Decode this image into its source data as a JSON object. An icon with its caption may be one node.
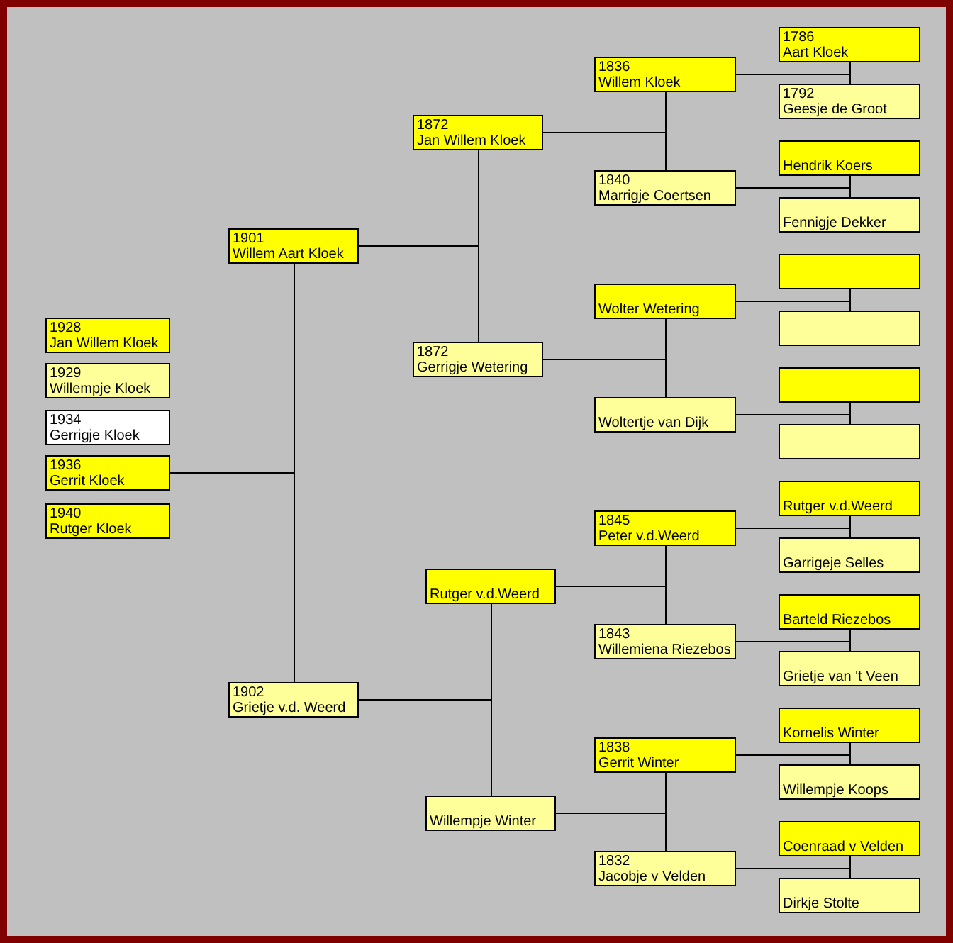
{
  "diagram": {
    "nodes": [
      {
        "text": [
          "1928",
          "Jan Willem Kloek"
        ]
      },
      {
        "text": [
          "1929",
          "Willempje Kloek"
        ]
      },
      {
        "text": [
          "1934",
          "Gerrigje Kloek"
        ]
      },
      {
        "text": [
          "1936",
          "Gerrit Kloek"
        ]
      },
      {
        "text": [
          "1940",
          "Rutger Kloek"
        ]
      },
      {
        "text": [
          "1901",
          "Willem Aart Kloek"
        ]
      },
      {
        "text": [
          "1902",
          "Grietje v.d. Weerd"
        ]
      },
      {
        "text": [
          "1872",
          "Jan Willem Kloek"
        ]
      },
      {
        "text": [
          "1872",
          "Gerrigje Wetering"
        ]
      },
      {
        "text": [
          "Rutger v.d.Weerd"
        ]
      },
      {
        "text": [
          "Willempje Winter"
        ]
      },
      {
        "text": [
          "1836",
          "Willem Kloek"
        ]
      },
      {
        "text": [
          "1840",
          "Marrigje Coertsen"
        ]
      },
      {
        "text": [
          "Wolter Wetering"
        ]
      },
      {
        "text": [
          "Woltertje van Dijk"
        ]
      },
      {
        "text": [
          "1845",
          "Peter v.d.Weerd"
        ]
      },
      {
        "text": [
          "1843",
          "Willemiena Riezebos"
        ]
      },
      {
        "text": [
          "1838",
          "Gerrit Winter"
        ]
      },
      {
        "text": [
          "1832",
          "Jacobje v Velden"
        ]
      },
      {
        "text": [
          "1786",
          "Aart Kloek"
        ]
      },
      {
        "text": [
          "1792",
          "Geesje de Groot"
        ]
      },
      {
        "text": [
          "Hendrik Koers"
        ]
      },
      {
        "text": [
          "Fennigje Dekker"
        ]
      },
      {
        "text": [],
        "shape": "box"
      },
      {
        "text": [],
        "shape": "box"
      },
      {
        "text": [],
        "shape": "box"
      },
      {
        "text": [],
        "shape": "box"
      },
      {
        "text": [
          "Rutger v.d.Weerd"
        ]
      },
      {
        "text": [
          "Garrigeje Selles"
        ]
      },
      {
        "text": [
          "Barteld Riezebos"
        ]
      },
      {
        "text": [
          "Grietje van 't Veen"
        ]
      },
      {
        "text": [
          "Kornelis Winter"
        ]
      },
      {
        "text": [
          "Willempje Koops"
        ]
      },
      {
        "text": [
          "Coenraad v Velden"
        ]
      },
      {
        "text": [
          "Dirkje Stolte"
        ]
      }
    ],
    "edges": [
      {
        "from": 3,
        "to": 5,
        "arrow": "none"
      },
      {
        "from": 3,
        "to": 6,
        "arrow": "none"
      },
      {
        "from": 5,
        "to": 7,
        "arrow": "none"
      },
      {
        "from": 5,
        "to": 8,
        "arrow": "none"
      },
      {
        "from": 6,
        "to": 9,
        "arrow": "none"
      },
      {
        "from": 6,
        "to": 10,
        "arrow": "none"
      },
      {
        "from": 7,
        "to": 11,
        "arrow": "none"
      },
      {
        "from": 7,
        "to": 12,
        "arrow": "none"
      },
      {
        "from": 8,
        "to": 13,
        "arrow": "none"
      },
      {
        "from": 8,
        "to": 14,
        "arrow": "none"
      },
      {
        "from": 9,
        "to": 15,
        "arrow": "none"
      },
      {
        "from": 9,
        "to": 16,
        "arrow": "none"
      },
      {
        "from": 10,
        "to": 17,
        "arrow": "none"
      },
      {
        "from": 10,
        "to": 18,
        "arrow": "none"
      },
      {
        "from": 11,
        "to": 19,
        "arrow": "none"
      },
      {
        "from": 11,
        "to": 20,
        "arrow": "none"
      },
      {
        "from": 12,
        "to": 21,
        "arrow": "none"
      },
      {
        "from": 12,
        "to": 22,
        "arrow": "none"
      },
      {
        "from": 13,
        "to": 23,
        "arrow": "none"
      },
      {
        "from": 13,
        "to": 24,
        "arrow": "none"
      },
      {
        "from": 14,
        "to": 25,
        "arrow": "none"
      },
      {
        "from": 14,
        "to": 26,
        "arrow": "none"
      },
      {
        "from": 15,
        "to": 27,
        "arrow": "none"
      },
      {
        "from": 15,
        "to": 28,
        "arrow": "none"
      },
      {
        "from": 16,
        "to": 29,
        "arrow": "none"
      },
      {
        "from": 16,
        "to": 30,
        "arrow": "none"
      },
      {
        "from": 17,
        "to": 31,
        "arrow": "none"
      },
      {
        "from": 17,
        "to": 32,
        "arrow": "none"
      },
      {
        "from": 18,
        "to": 33,
        "arrow": "none"
      },
      {
        "from": 18,
        "to": 34,
        "arrow": "none"
      }
    ]
  }
}
